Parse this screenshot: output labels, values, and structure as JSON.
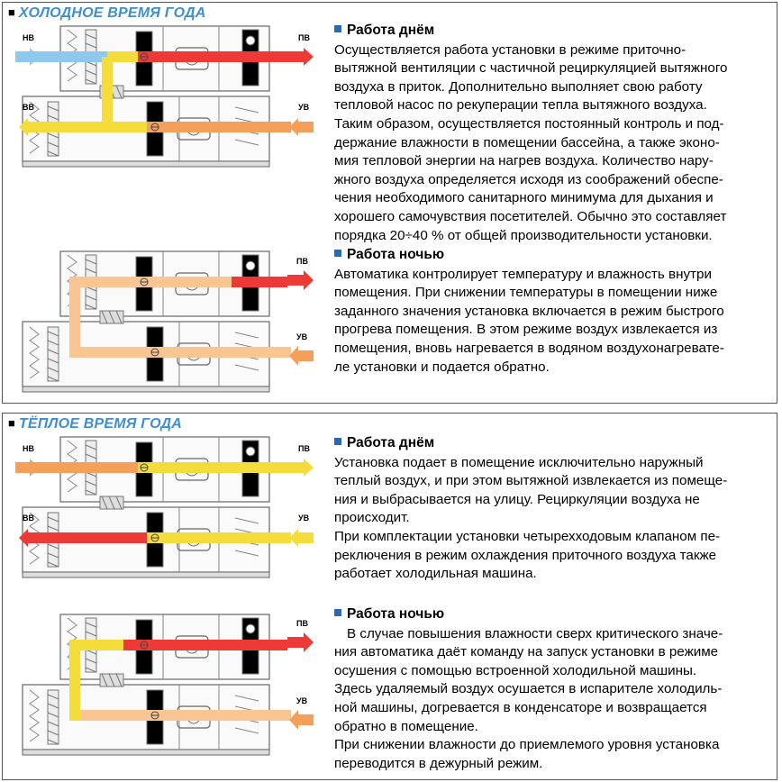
{
  "cold_season": {
    "title": "ХОЛОДНОЕ ВРЕМЯ ГОДА",
    "day": {
      "heading": "Работа днём",
      "lines": [
        "Осуществляется работа установки в режиме приточно-",
        "вытяжной вентиляции с частичной рециркуляцией вытяжного",
        "воздуха в приток. Дополнительно выполняет свою работу",
        "тепловой насос по рекуперации тепла вытяжного воздуха.",
        "Таким образом, осуществляется постоянный контроль и под-",
        "держание влажности в помещении бассейна, а также эконо-",
        "мия тепловой энергии на нагрев воздуха. Количество нару-",
        "жного воздуха определяется исходя из соображений обеспе-",
        "чения необходимого санитарного минимума для дыхания и",
        "хорошего самочувствия посетителей. Обычно это составляет",
        "порядка 20÷40 % от общей производительности установки."
      ],
      "labels": {
        "left_top": "НВ",
        "left_bottom": "ВВ",
        "right_top": "ПВ",
        "right_bottom": "УВ"
      }
    },
    "night": {
      "heading": "Работа ночью",
      "lines": [
        "Автоматика контролирует температуру и влажность внутри",
        "помещения. При снижении температуры в помещении ниже",
        "заданного значения установка включается в режим быстрого",
        "прогрева помещения. В этом режиме воздух извлекается из",
        "помещения, вновь нагревается в водяном воздухонагревате-",
        "ле установки и подается обратно."
      ],
      "labels": {
        "right_top": "ПВ",
        "right_bottom": "УВ"
      }
    }
  },
  "warm_season": {
    "title": "ТЁПЛОЕ ВРЕМЯ ГОДА",
    "day": {
      "heading": "Работа днём",
      "paragraphs": [
        [
          "Установка подает в помещение исключительно наружный",
          "теплый воздух, и при этом вытяжной извлекается из помеще-",
          "ния и выбрасывается на улицу. Рециркуляции воздуха не",
          "происходит."
        ],
        [
          "При комплектации установки четырехходовым клапаном пе-",
          "реключения в режим охлаждения приточного воздуха также",
          "работает холодильная машина."
        ]
      ],
      "labels": {
        "left_top": "НВ",
        "left_bottom": "ВВ",
        "right_top": "ПВ",
        "right_bottom": "УВ"
      }
    },
    "night": {
      "heading": "Работа ночью",
      "paragraphs": [
        [
          "В случае повышения влажности сверх критического значе-",
          "ния автоматика даёт команду на запуск установки в режиме",
          "осушения с помощью встроенной холодильной машины."
        ],
        [
          "Здесь удаляемый воздух осушается в испарителе холодиль-",
          "ной машины, догревается в конденсаторе и возвращается",
          "обратно в помещение."
        ],
        [
          "При снижении влажности до приемлемого уровня установка",
          "переводится в дежурный режим."
        ]
      ],
      "labels": {
        "right_top": "ПВ",
        "right_bottom": "УВ"
      }
    }
  },
  "colors": {
    "title_blue": "#3f8fd0",
    "bullet_blue": "#2a69b0",
    "hot_red": "#ee3a36",
    "warm_orange": "#f5a05a",
    "light_orange": "#f9c592",
    "yellow": "#f4dc3a",
    "cold_blue": "#8ec8ee",
    "coil_pink": "#f08a86",
    "coil_blue": "#9fcdf0"
  }
}
